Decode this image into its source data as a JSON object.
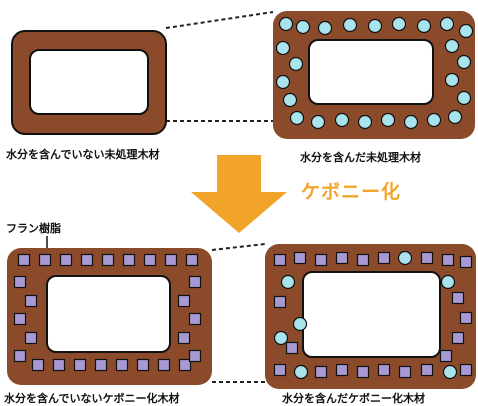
{
  "labels": {
    "top_left": "水分を含んでいない未処理木材",
    "top_right": "水分を含んだ未処理木材",
    "process": "ケボニー化",
    "resin_callout": "フラン樹脂",
    "bottom_left": "水分を含んでいないケボニー化木材",
    "bottom_right": "水分を含んだケボニー化木材"
  },
  "colors": {
    "wood": "#8b4b2b",
    "water": "#a9e3ee",
    "resin": "#a79ad4",
    "arrow": "#f2a42a",
    "process_text": "#f2a42a",
    "outline": "#111111"
  },
  "icons": {
    "water_molecule": "circle",
    "resin_block": "square",
    "process_arrow": "down-arrow"
  }
}
